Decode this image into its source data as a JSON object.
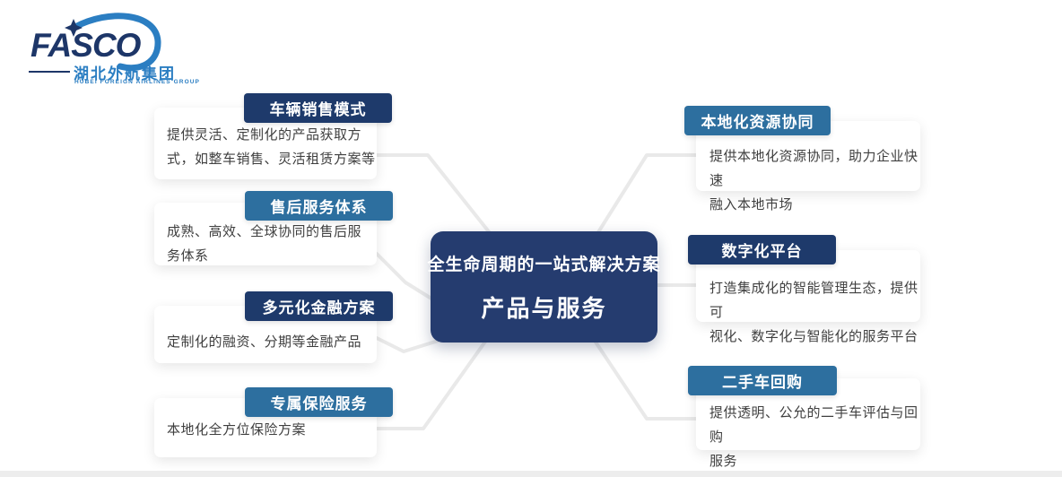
{
  "colors": {
    "navy": "#1e3a6b",
    "steel": "#2d6f9f",
    "center_bg": "#253c6f",
    "connector": "#e9e9e9",
    "brand_navy": "#1d3668",
    "brand_blue": "#2b7ec2",
    "card_text": "#3f3f3f"
  },
  "logo": {
    "brand": "FASCO",
    "cn": "湖北外航集团",
    "en": "HUBEI FOREIGN AIRLINES GROUP"
  },
  "center": {
    "subtitle": "全生命周期的一站式解决方案",
    "title": "产品与服务"
  },
  "branches": {
    "left": [
      {
        "title": "车辆销售模式",
        "style": "navy",
        "body": "提供灵活、定制化的产品获取方\n式，如整车销售、灵活租赁方案等"
      },
      {
        "title": "售后服务体系",
        "style": "steel",
        "body": "成熟、高效、全球协同的售后服\n务体系"
      },
      {
        "title": "多元化金融方案",
        "style": "navy",
        "body": "定制化的融资、分期等金融产品"
      },
      {
        "title": "专属保险服务",
        "style": "steel",
        "body": "本地化全方位保险方案"
      }
    ],
    "right": [
      {
        "title": "本地化资源协同",
        "style": "steel",
        "body": "提供本地化资源协同，助力企业快速\n融入本地市场"
      },
      {
        "title": "数字化平台",
        "style": "navy",
        "body": "打造集成化的智能管理生态，提供可\n视化、数字化与智能化的服务平台"
      },
      {
        "title": "二手车回购",
        "style": "steel",
        "body": "提供透明、公允的二手车评估与回购\n服务"
      }
    ]
  }
}
